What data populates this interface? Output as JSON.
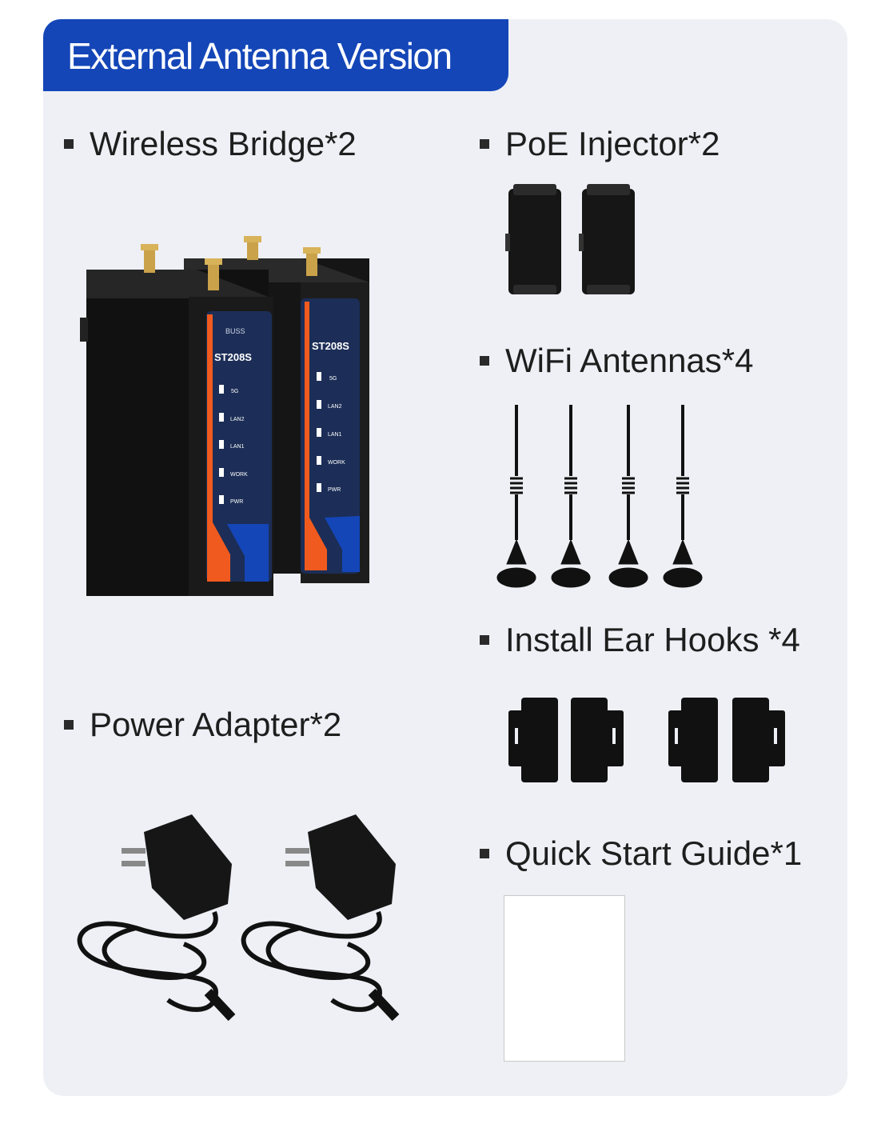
{
  "banner": {
    "title": "External Antenna Version"
  },
  "items": {
    "wireless_bridge": "Wireless Bridge*2",
    "poe_injector": "PoE Injector*2",
    "wifi_antennas": "WiFi Antennas*4",
    "ear_hooks": "Install Ear Hooks *4",
    "power_adapter": "Power Adapter*2",
    "quick_start_guide": "Quick Start Guide*1"
  },
  "device": {
    "model": "ST208S",
    "brand": "BUSS",
    "leds": [
      "5G",
      "LAN2",
      "LAN1",
      "WORK",
      "PWR"
    ]
  },
  "colors": {
    "brand_blue": "#1446b8",
    "accent_orange": "#f05a1e",
    "panel_navy": "#1c2e57"
  }
}
